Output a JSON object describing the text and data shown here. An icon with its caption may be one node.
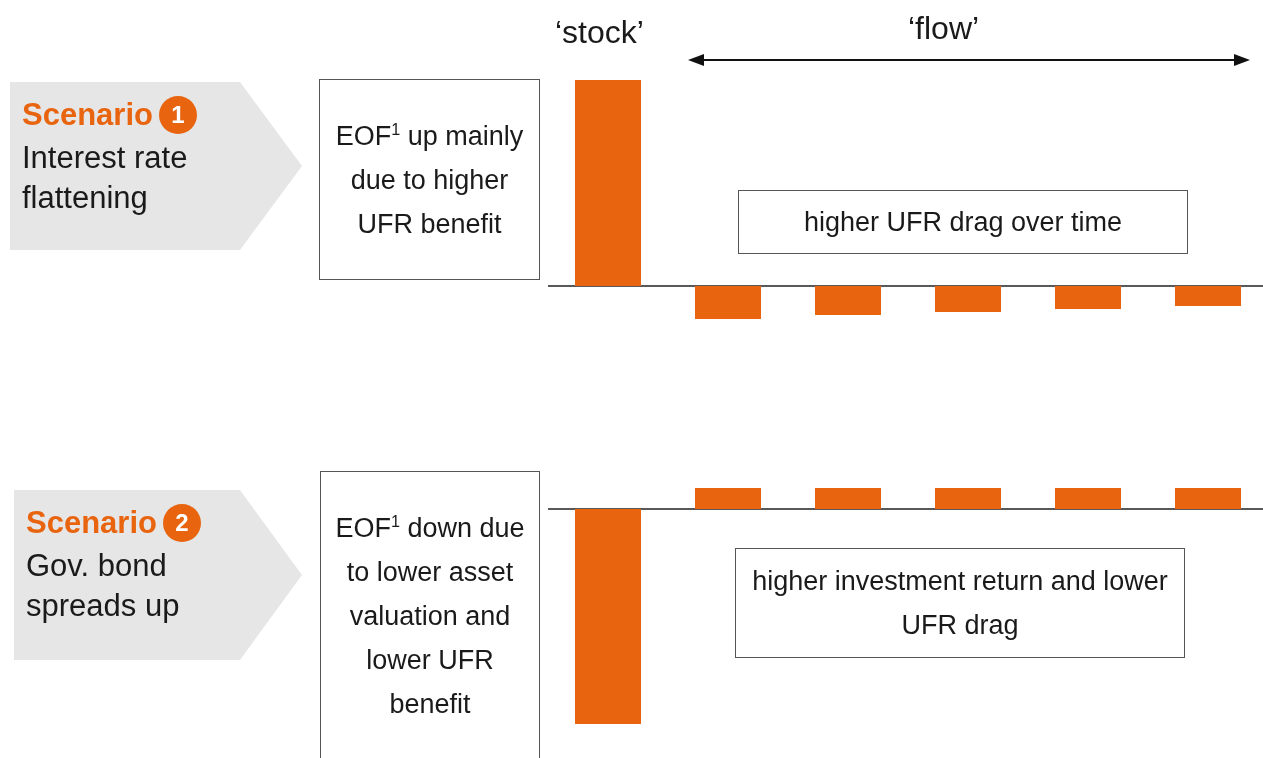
{
  "diagram": {
    "nodes": [
      {
        "text": [
          "Scenario",
          "1",
          "Interest rate flattening"
        ]
      },
      {
        "text": [
          "EOF$^{1}$ up mainly due to higher UFR benefit"
        ]
      },
      {
        "text": [
          "higher UFR drag over time"
        ]
      },
      {
        "text": [
          "Scenario",
          "2",
          "Gov. bond spreads up"
        ]
      },
      {
        "text": [
          "EOF$^{1}$ down due to lower asset valuation and lower UFR benefit"
        ]
      },
      {
        "text": [
          "higher investment return and lower UFR drag"
        ]
      }
    ],
    "labels": [
      "‘stock’",
      "‘flow’"
    ]
  }
}
